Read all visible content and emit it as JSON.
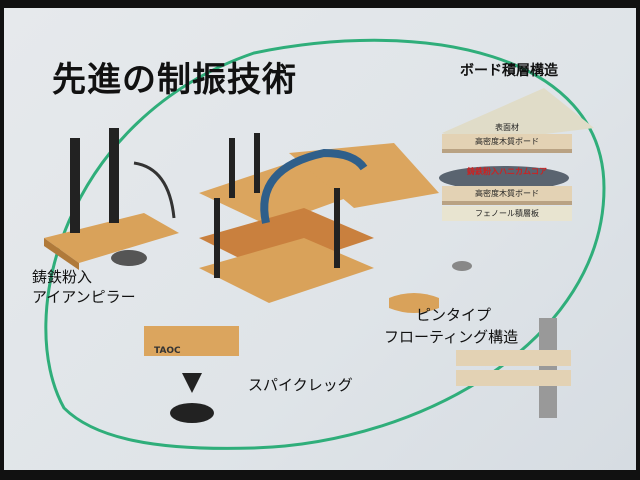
{
  "title": "先進の制振技術",
  "board": {
    "title": "ボード積層構造",
    "layers": [
      "表面材",
      "高密度木質ボード",
      "鋳鉄粉入ハニカムコア",
      "高密度木質ボード",
      "フェノール積層板"
    ]
  },
  "labels": {
    "iron_1": "鋳鉄粉入",
    "iron_2": "アイアンピラー",
    "pin_1": "ピンタイプ",
    "pin_2": "フローティング構造",
    "spike": "スパイクレッグ",
    "logo": "TAOC"
  },
  "colors": {
    "accent_ring": "#2fae7a",
    "wood": "#d9a25a",
    "core_text": "#cc2222"
  }
}
